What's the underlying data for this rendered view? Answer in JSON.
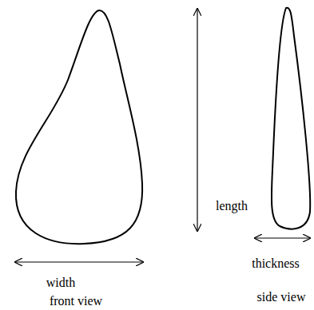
{
  "diagram": {
    "labels": [
      "length",
      "width",
      "thickness",
      "front view",
      "side view"
    ]
  }
}
